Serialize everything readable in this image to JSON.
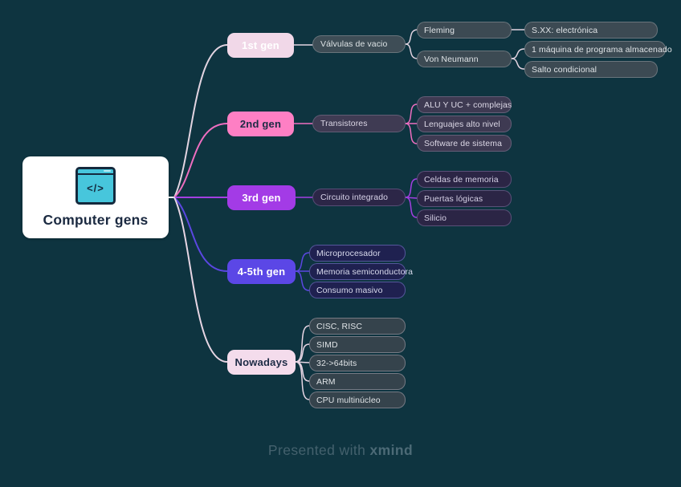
{
  "colors": {
    "background": "#0e3440",
    "root_fill": "#ffffff",
    "root_text": "#1b2a41",
    "icon_fill": "#47c6dc",
    "icon_stroke": "#14293d",
    "root_stub_line": "#ffffff"
  },
  "root": {
    "label": "Computer gens",
    "icon": "code-window-icon",
    "icon_symbol": "</>"
  },
  "branches": [
    {
      "label": "1st gen",
      "node_color": "#f1d8e8",
      "text_color": "#ffffff",
      "line_color": "#e2d4e1",
      "stem_fill": "#3e4d56",
      "child_fill": "#3c4a53",
      "children": [
        {
          "label": "Válvulas de vacio",
          "children": [
            {
              "label": "Fleming",
              "children": [
                {
                  "label": "S.XX: electrónica"
                }
              ]
            },
            {
              "label": "Von Neumann",
              "children": [
                {
                  "label": "1 máquina de programa almacenado"
                },
                {
                  "label": "Salto condicional"
                }
              ]
            }
          ]
        }
      ]
    },
    {
      "label": "2nd gen",
      "node_color": "#fe7fc4",
      "text_color": "#1d2b45",
      "line_color": "#ee6ec0",
      "stem_fill": "#3f3b53",
      "child_fill": "#3e3a52",
      "children": [
        {
          "label": "Transistores",
          "children": [
            {
              "label": "ALU Y UC + complejas"
            },
            {
              "label": "Lenguajes alto nivel"
            },
            {
              "label": "Software de sistema"
            }
          ]
        }
      ]
    },
    {
      "label": "3rd gen",
      "node_color": "#a33be6",
      "text_color": "#ffffff",
      "line_color": "#a33fe2",
      "stem_fill": "#2c2647",
      "child_fill": "#2b2545",
      "children": [
        {
          "label": "Circuito integrado",
          "children": [
            {
              "label": "Celdas de memoria"
            },
            {
              "label": "Puertas lógicas"
            },
            {
              "label": "Silicio"
            }
          ]
        }
      ]
    },
    {
      "label": "4-5th gen",
      "node_color": "#5b47e6",
      "text_color": "#ffffff",
      "line_color": "#5b47e2",
      "child_fill": "#1f2150",
      "children": [
        {
          "label": "Microprocesador"
        },
        {
          "label": "Memoria semiconductora"
        },
        {
          "label": "Consumo masivo"
        }
      ]
    },
    {
      "label": "Nowadays",
      "node_color": "#f4dcec",
      "text_color": "#1d2b45",
      "line_color": "#e7d6e4",
      "child_fill": "#35434c",
      "children": [
        {
          "label": "CISC, RISC"
        },
        {
          "label": "SIMD"
        },
        {
          "label": "32->64bits"
        },
        {
          "label": "ARM"
        },
        {
          "label": "CPU multinúcleo"
        }
      ]
    }
  ],
  "footer": {
    "prefix": "Presented with",
    "brand": "xmind"
  }
}
